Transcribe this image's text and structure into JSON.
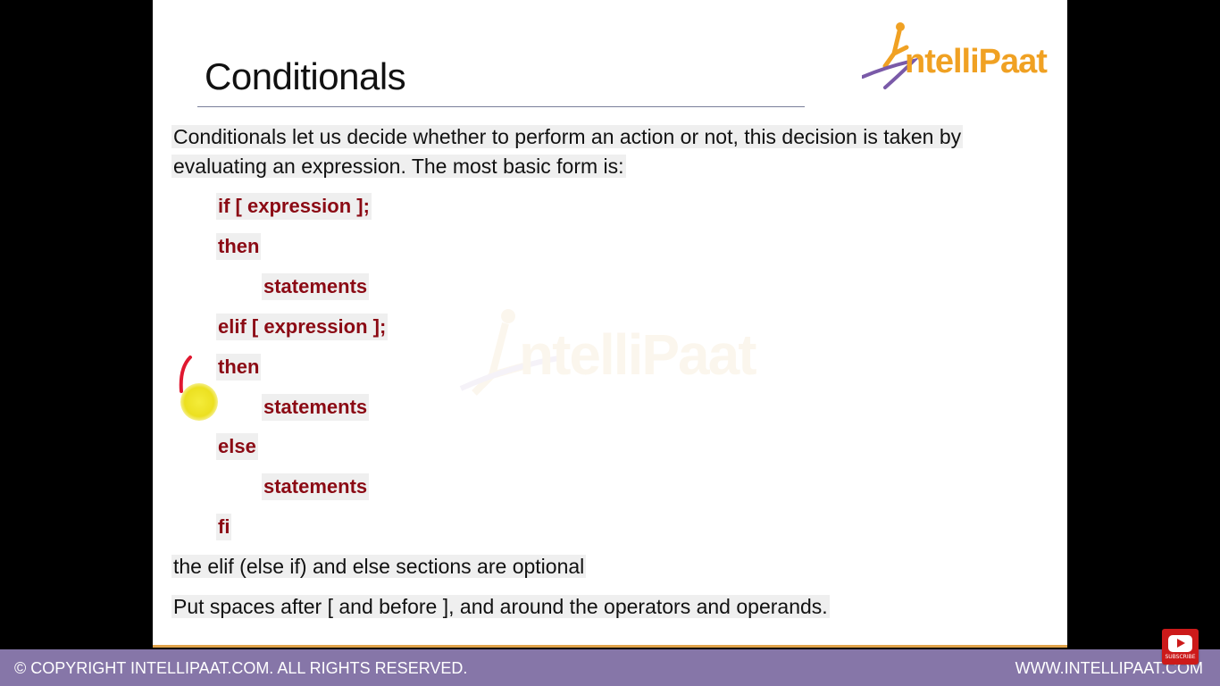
{
  "slide": {
    "title": "Conditionals",
    "logo_text": "ntelliPaat",
    "watermark_text": "ntelliPaat",
    "intro_line1": "Conditionals  let us decide whether to perform an action or not, this decision is  taken by",
    "intro_line2": "evaluating an expression. The most basic form is:",
    "code_lines": [
      "if [ expression ];",
      "then",
      "statements",
      "elif [ expression ];",
      "then",
      "statements",
      "else",
      "statements",
      "fi"
    ],
    "note1": "the elif  (else if) and else  sections are optional",
    "note2": "Put spaces after [  and before ],  and around the operators  and operands."
  },
  "footer": {
    "copyright": "© COPYRIGHT  INTELLIPAAT.COM. ALL RIGHTS RESERVED.",
    "website": "WWW.INTELLIPAAT.COM"
  },
  "subscribe": {
    "label": "SUBSCRIBE",
    "icon": "youtube-play-icon"
  },
  "colors": {
    "code_text": "#8b0a14",
    "footer_bg": "#8676a8",
    "logo_orange": "#f0a123",
    "pointer": "#ece020"
  }
}
